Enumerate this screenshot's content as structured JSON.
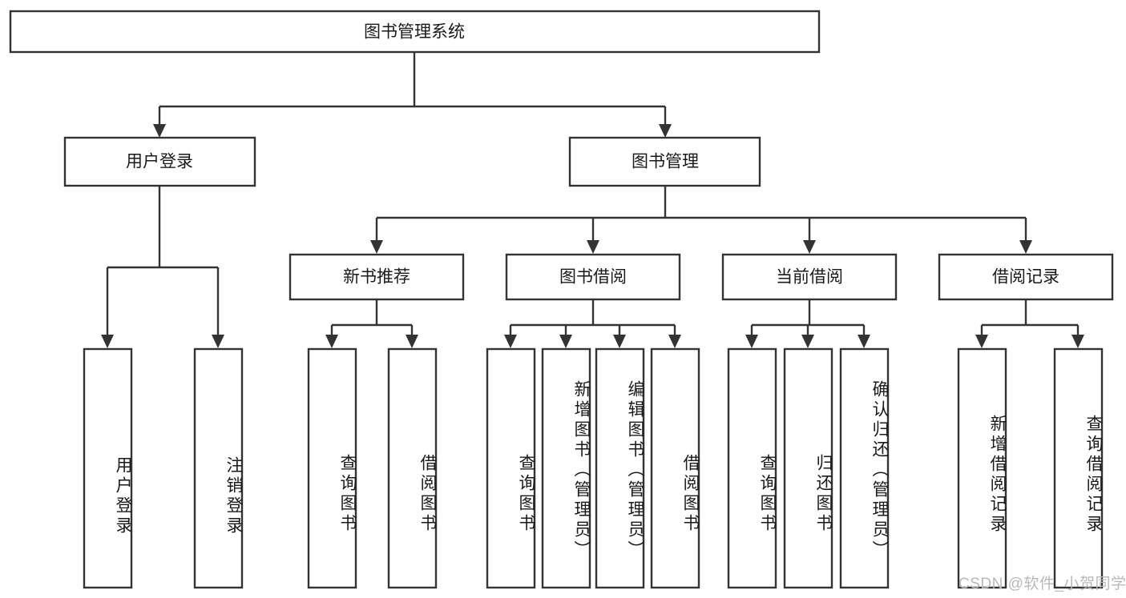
{
  "diagram": {
    "type": "tree-hierarchy",
    "title": "图书管理系统",
    "root": {
      "label": "图书管理系统",
      "level": 1
    },
    "level2": [
      {
        "id": "user-login",
        "label": "用户登录"
      },
      {
        "id": "book-management",
        "label": "图书管理"
      }
    ],
    "level3": [
      {
        "id": "new-book-recommend",
        "label": "新书推荐",
        "parent": "book-management"
      },
      {
        "id": "book-borrow",
        "label": "图书借阅",
        "parent": "book-management"
      },
      {
        "id": "current-borrow",
        "label": "当前借阅",
        "parent": "book-management"
      },
      {
        "id": "borrow-record",
        "label": "借阅记录",
        "parent": "book-management"
      }
    ],
    "leaves": {
      "user-login": [
        {
          "id": "leaf-user-login",
          "label": "用户登录"
        },
        {
          "id": "leaf-user-logout",
          "label": "注销登录"
        }
      ],
      "new-book-recommend": [
        {
          "id": "leaf-query-book-1",
          "label": "查询图书"
        },
        {
          "id": "leaf-borrow-book-1",
          "label": "借阅图书"
        }
      ],
      "book-borrow": [
        {
          "id": "leaf-query-book-2",
          "label": "查询图书"
        },
        {
          "id": "leaf-add-book",
          "label": "新增图书（管理员）"
        },
        {
          "id": "leaf-edit-book",
          "label": "编辑图书（管理员）"
        },
        {
          "id": "leaf-borrow-book-2",
          "label": "借阅图书"
        }
      ],
      "current-borrow": [
        {
          "id": "leaf-query-book-3",
          "label": "查询图书"
        },
        {
          "id": "leaf-return-book",
          "label": "归还图书"
        },
        {
          "id": "leaf-confirm-return",
          "label": "确认归还（管理员）"
        }
      ],
      "borrow-record": [
        {
          "id": "leaf-add-record",
          "label": "新增借阅记录"
        },
        {
          "id": "leaf-query-record",
          "label": "查询借阅记录"
        }
      ]
    }
  },
  "watermark": {
    "text": "CSDN @软件_小贺同学"
  },
  "colors": {
    "box_stroke": "#333333",
    "box_fill": "#ffffff",
    "text": "#1a1a1a",
    "watermark": "#b9b9b9",
    "background": "#ffffff"
  }
}
